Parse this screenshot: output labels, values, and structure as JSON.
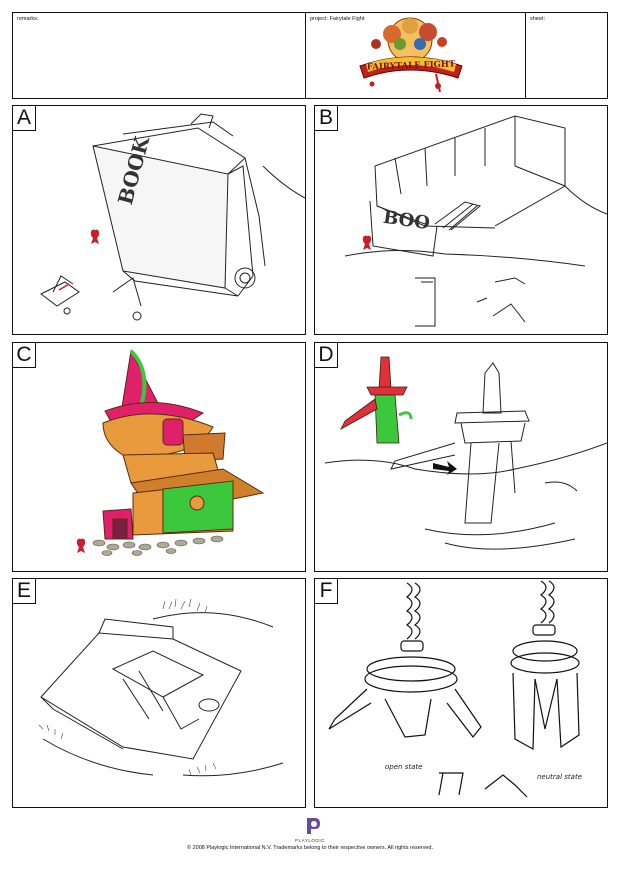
{
  "header": {
    "remarks_label": "remarks:",
    "project_label": "project: Fairytale Fight",
    "sheet_label": "sheet:",
    "logo_text": "FAIRYTALE FIGHT"
  },
  "panels": [
    {
      "letter": "A",
      "book_text": "BOOK"
    },
    {
      "letter": "B",
      "book_text": "BOO"
    },
    {
      "letter": "C"
    },
    {
      "letter": "D"
    },
    {
      "letter": "E"
    },
    {
      "letter": "F",
      "open_note": "open state",
      "neutral_note": "neutral state"
    }
  ],
  "footer": {
    "brand": "PLAYLOGIC",
    "copyright": "© 2008 Playlogic International N.V. Trademarks belong to their respective owners. All rights reserved."
  },
  "colors": {
    "border": "#111111",
    "marker_red": "#c8202a",
    "house_pink": "#e0206a",
    "house_green": "#3cc83c",
    "boot_orange": "#e89a3c",
    "logo_gold": "#f0b020"
  }
}
